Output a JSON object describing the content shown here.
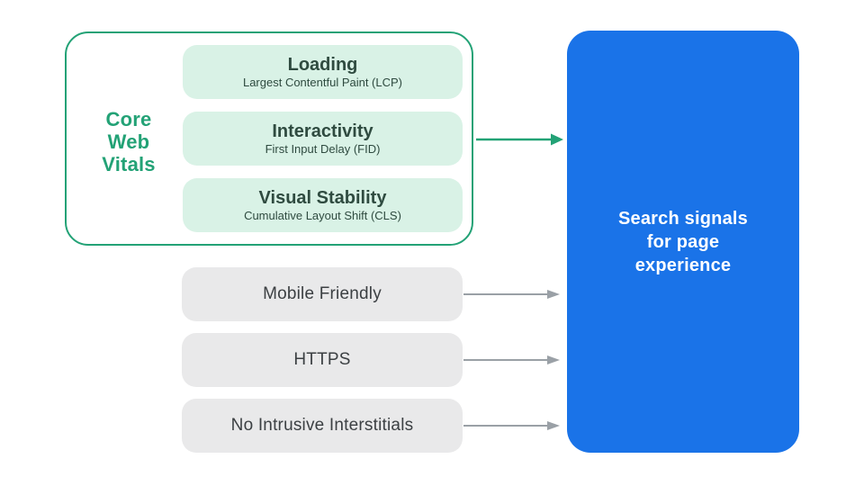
{
  "theme": {
    "green_accent": "#23A276",
    "green_fill": "#D9F2E6",
    "green_dark_text": "#2F4B40",
    "gray_fill": "#E9E9EA",
    "gray_text": "#3C4043",
    "arrow_gray": "#9AA0A6",
    "blue_fill": "#1A73E8",
    "white": "#FFFFFF",
    "bg": "#FFFFFF"
  },
  "core_web_vitals": {
    "label": "Core Web Vitals",
    "items": [
      {
        "title": "Loading",
        "subtitle": "Largest Contentful Paint (LCP)"
      },
      {
        "title": "Interactivity",
        "subtitle": "First Input Delay (FID)"
      },
      {
        "title": "Visual Stability",
        "subtitle": "Cumulative Layout Shift (CLS)"
      }
    ]
  },
  "other_signals": [
    {
      "label": "Mobile Friendly"
    },
    {
      "label": "HTTPS"
    },
    {
      "label": "No Intrusive Interstitials"
    }
  ],
  "result": {
    "label": "Search signals for page experience"
  }
}
